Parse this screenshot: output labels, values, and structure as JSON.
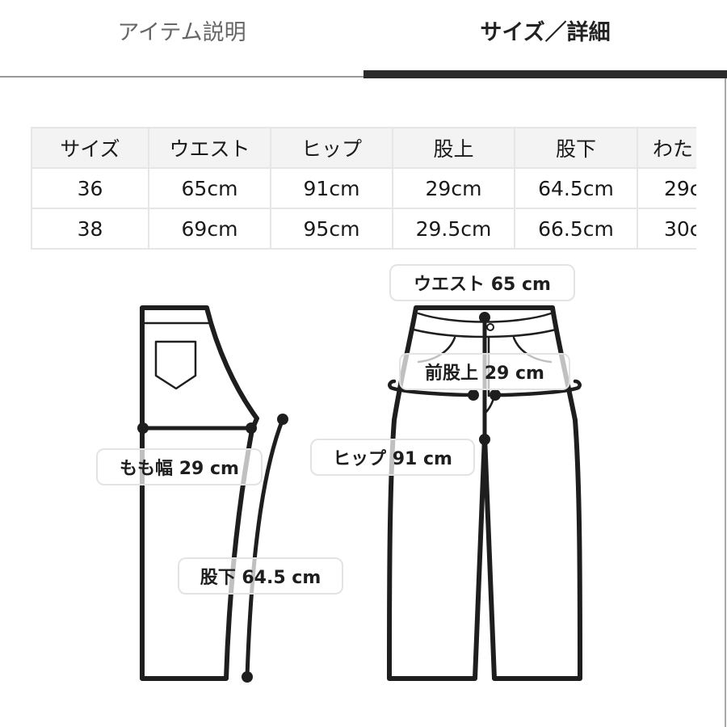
{
  "tabs": [
    {
      "label": "アイテム説明",
      "active": false
    },
    {
      "label": "サイズ／詳細",
      "active": true
    }
  ],
  "size_table": {
    "headers": [
      "サイズ",
      "ウエスト",
      "ヒップ",
      "股上",
      "股下",
      "わた"
    ],
    "rows": [
      [
        "36",
        "65cm",
        "91cm",
        "29cm",
        "64.5cm",
        "29c"
      ],
      [
        "38",
        "69cm",
        "95cm",
        "29.5cm",
        "66.5cm",
        "30c"
      ]
    ]
  },
  "diagram": {
    "labels": {
      "waist": "ウエスト 65 cm",
      "front_rise": "前股上 29 cm",
      "hip": "ヒップ 91 cm",
      "thigh": "もも幅 29 cm",
      "inseam": "股下 64.5 cm"
    }
  },
  "colors": {
    "line": "#1e1e1e",
    "header_bg": "#f3f3f3",
    "grid": "#e6e6e6",
    "active_tab_bar": "#2b2b2b"
  }
}
